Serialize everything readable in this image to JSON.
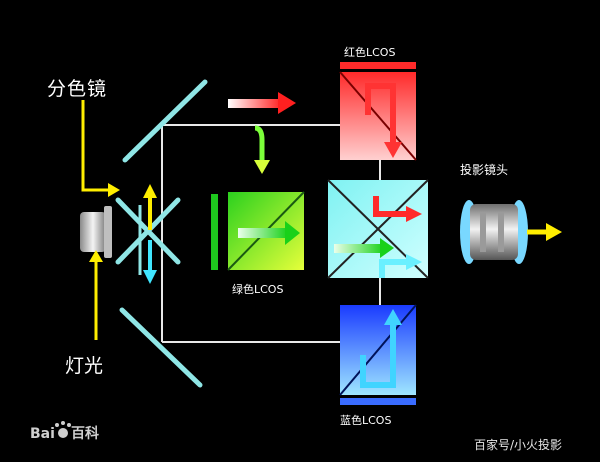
{
  "labels": {
    "dichroic_mirror": "分色镜",
    "lamp": "灯光",
    "red_lcos": "红色LCOS",
    "green_lcos": "绿色LCOS",
    "blue_lcos": "蓝色LCOS",
    "projection_lens": "投影镜头"
  },
  "watermarks": {
    "baidu_prefix": "Bai",
    "baidu_suffix": "百科",
    "credit": "百家号/小火投影"
  },
  "colors": {
    "background": "#000000",
    "red": "#ff3b3b",
    "green": "#39d61f",
    "blue": "#2b6bff",
    "cyan": "#6fe3e3",
    "yellow": "#ffee00",
    "label": "#ffffff"
  },
  "icons": {
    "baidu_logo": "paw-icon"
  }
}
